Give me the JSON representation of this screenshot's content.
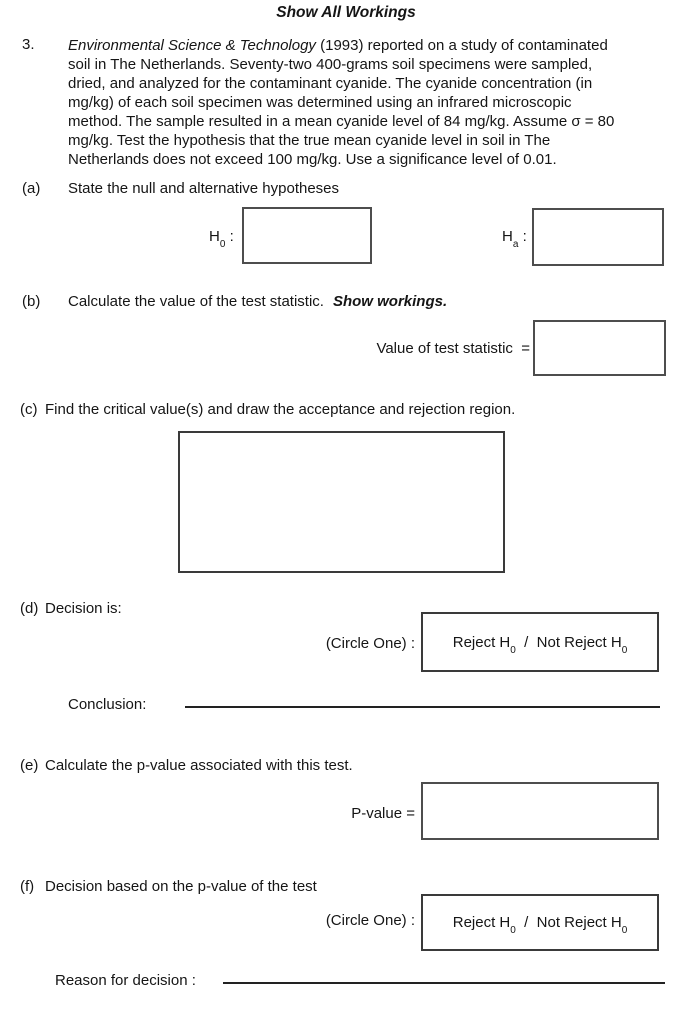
{
  "page": {
    "title": "Show All Workings"
  },
  "question": {
    "number": "3.",
    "journal": "Environmental Science & Technology",
    "body": " (1993) reported on a study of contaminated\nsoil in The Netherlands. Seventy-two 400-grams soil specimens were sampled,\ndried, and analyzed for the contaminant cyanide. The cyanide concentration (in\nmg/kg) of each soil specimen was determined using an infrared microscopic\nmethod. The sample resulted in a mean cyanide level of 84 mg/kg. Assume σ = 80\nmg/kg. Test the hypothesis that the true mean cyanide level in soil in The\nNetherlands does not exceed 100 mg/kg. Use a significance level of 0.01."
  },
  "part_a": {
    "label": "(a)",
    "prompt": "State the null and alternative hypotheses",
    "h0": {
      "base": "H",
      "sub": "0",
      "colon": " :"
    },
    "ha": {
      "base": "H",
      "sub": "a",
      "colon": " :"
    }
  },
  "part_b": {
    "label": "(b)",
    "prompt": "Calculate the value of the test statistic.",
    "emphasis": "Show workings.",
    "answer_label": "Value of test statistic  ="
  },
  "part_c": {
    "label": "(c)",
    "prompt": "Find the critical value(s) and draw the acceptance and rejection region."
  },
  "part_d": {
    "label": "(d)",
    "prompt": "Decision is:",
    "circle_one_label": "(Circle One) :",
    "choice": {
      "first": "Reject H",
      "first_sub": "0",
      "separator": "  /  ",
      "second": "Not Reject H",
      "second_sub": "0"
    },
    "conclusion_label": "Conclusion:"
  },
  "part_e": {
    "label": "(e)",
    "prompt": "Calculate the p-value associated with this test.",
    "answer_label": "P-value ="
  },
  "part_f": {
    "label": "(f)",
    "prompt": "Decision based on the p-value of the test",
    "circle_one_label": "(Circle One) :",
    "choice": {
      "first": "Reject H",
      "first_sub": "0",
      "separator": "  /  ",
      "second": "Not Reject H",
      "second_sub": "0"
    },
    "reason_label": "Reason for decision :"
  }
}
